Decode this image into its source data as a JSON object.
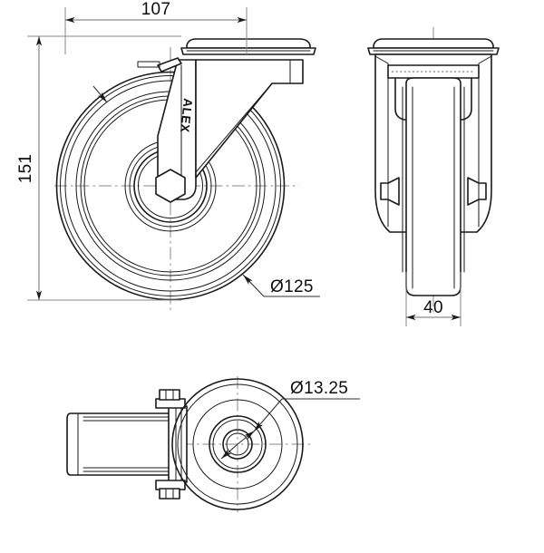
{
  "drawing": {
    "type": "engineering-drawing",
    "subject": "swivel caster wheel",
    "background_color": "#ffffff",
    "line_color": "#1a1a1a",
    "dimension_color": "#6f6f6f",
    "views": [
      {
        "id": "side-view",
        "name": "side elevation",
        "position": "top-left"
      },
      {
        "id": "front-view",
        "name": "front elevation",
        "position": "top-right"
      },
      {
        "id": "bottom-view",
        "name": "plan view",
        "position": "bottom-center"
      }
    ],
    "brand_mark": "ALEX"
  },
  "dimensions": {
    "overall_width": {
      "label": "107",
      "view": "side-view",
      "orientation": "horizontal",
      "units": "mm"
    },
    "overall_height": {
      "label": "151",
      "view": "side-view",
      "orientation": "vertical",
      "units": "mm"
    },
    "wheel_diameter": {
      "label": "Ø125",
      "view": "side-view",
      "orientation": "leader",
      "units": "mm"
    },
    "wheel_width": {
      "label": "40",
      "view": "front-view",
      "orientation": "horizontal",
      "units": "mm"
    },
    "bore_diameter": {
      "label": "Ø13.25",
      "view": "bottom-view",
      "orientation": "leader",
      "units": "mm"
    }
  }
}
